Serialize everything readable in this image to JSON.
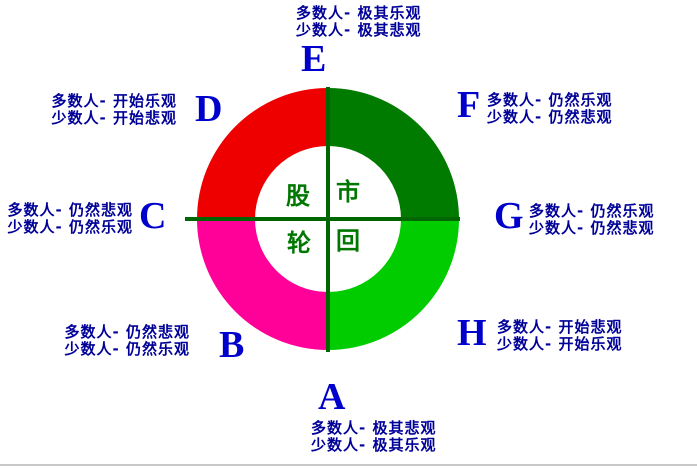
{
  "diagram": {
    "center": {
      "top_left": "股",
      "top_right": "市",
      "bottom_left": "轮",
      "bottom_right": "回"
    },
    "colors": {
      "quadrant_top_left": "#ee0000",
      "quadrant_top_right": "#007b00",
      "quadrant_bottom_right": "#00cc00",
      "quadrant_bottom_left": "#ff0099",
      "cross_line": "#006600",
      "center_text_color": "#007700",
      "letter_color": "#0000cc",
      "label_color": "#000099"
    },
    "nodes": {
      "e": {
        "letter": "E",
        "majority": "多数人- 极其乐观",
        "minority": "少数人- 极其悲观"
      },
      "f": {
        "letter": "F",
        "majority": "多数人- 仍然乐观",
        "minority": "少数人- 仍然悲观"
      },
      "g": {
        "letter": "G",
        "majority": "多数人- 仍然乐观",
        "minority": "少数人- 仍然悲观"
      },
      "h": {
        "letter": "H",
        "majority": "多数人- 开始悲观",
        "minority": "少数人- 开始乐观"
      },
      "a": {
        "letter": "A",
        "majority": "多数人- 极其悲观",
        "minority": "少数人- 极其乐观"
      },
      "b": {
        "letter": "B",
        "majority": "多数人- 仍然悲观",
        "minority": "少数人- 仍然乐观"
      },
      "c": {
        "letter": "C",
        "majority": "多数人- 仍然悲观",
        "minority": "少数人- 仍然乐观"
      },
      "d": {
        "letter": "D",
        "majority": "多数人- 开始乐观",
        "minority": "少数人- 开始悲观"
      }
    }
  }
}
